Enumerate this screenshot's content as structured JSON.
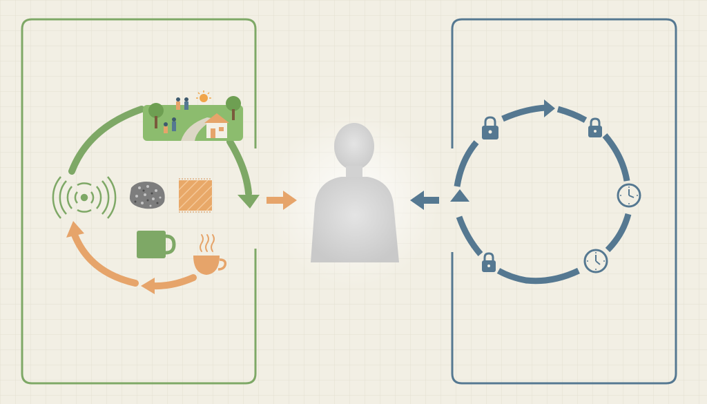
{
  "diagram": {
    "left_panel": {
      "color": "#7ea866",
      "items": [
        {
          "id": "park-scene",
          "icon": "park-scene-icon"
        },
        {
          "id": "ripple",
          "icon": "ripple-icon"
        },
        {
          "id": "stone",
          "icon": "speckled-stone-icon"
        },
        {
          "id": "fabric",
          "icon": "woven-fabric-icon"
        },
        {
          "id": "green-mug",
          "icon": "mug-icon"
        },
        {
          "id": "coffee-cup",
          "icon": "steaming-cup-icon"
        }
      ],
      "cycle_colors": {
        "green": "#7ea866",
        "orange": "#e6a46a"
      }
    },
    "center": {
      "figure": "person-silhouette-icon",
      "left_arrow_color": "#e6a46a",
      "right_arrow_color": "#557891"
    },
    "right_panel": {
      "color": "#557891",
      "items": [
        {
          "id": "lock-top-left",
          "icon": "lock-icon"
        },
        {
          "id": "lock-top-right",
          "icon": "lock-icon"
        },
        {
          "id": "clock-right",
          "icon": "clock-icon"
        },
        {
          "id": "clock-bottom-right",
          "icon": "clock-icon"
        },
        {
          "id": "lock-bottom-left",
          "icon": "lock-icon"
        }
      ]
    }
  }
}
